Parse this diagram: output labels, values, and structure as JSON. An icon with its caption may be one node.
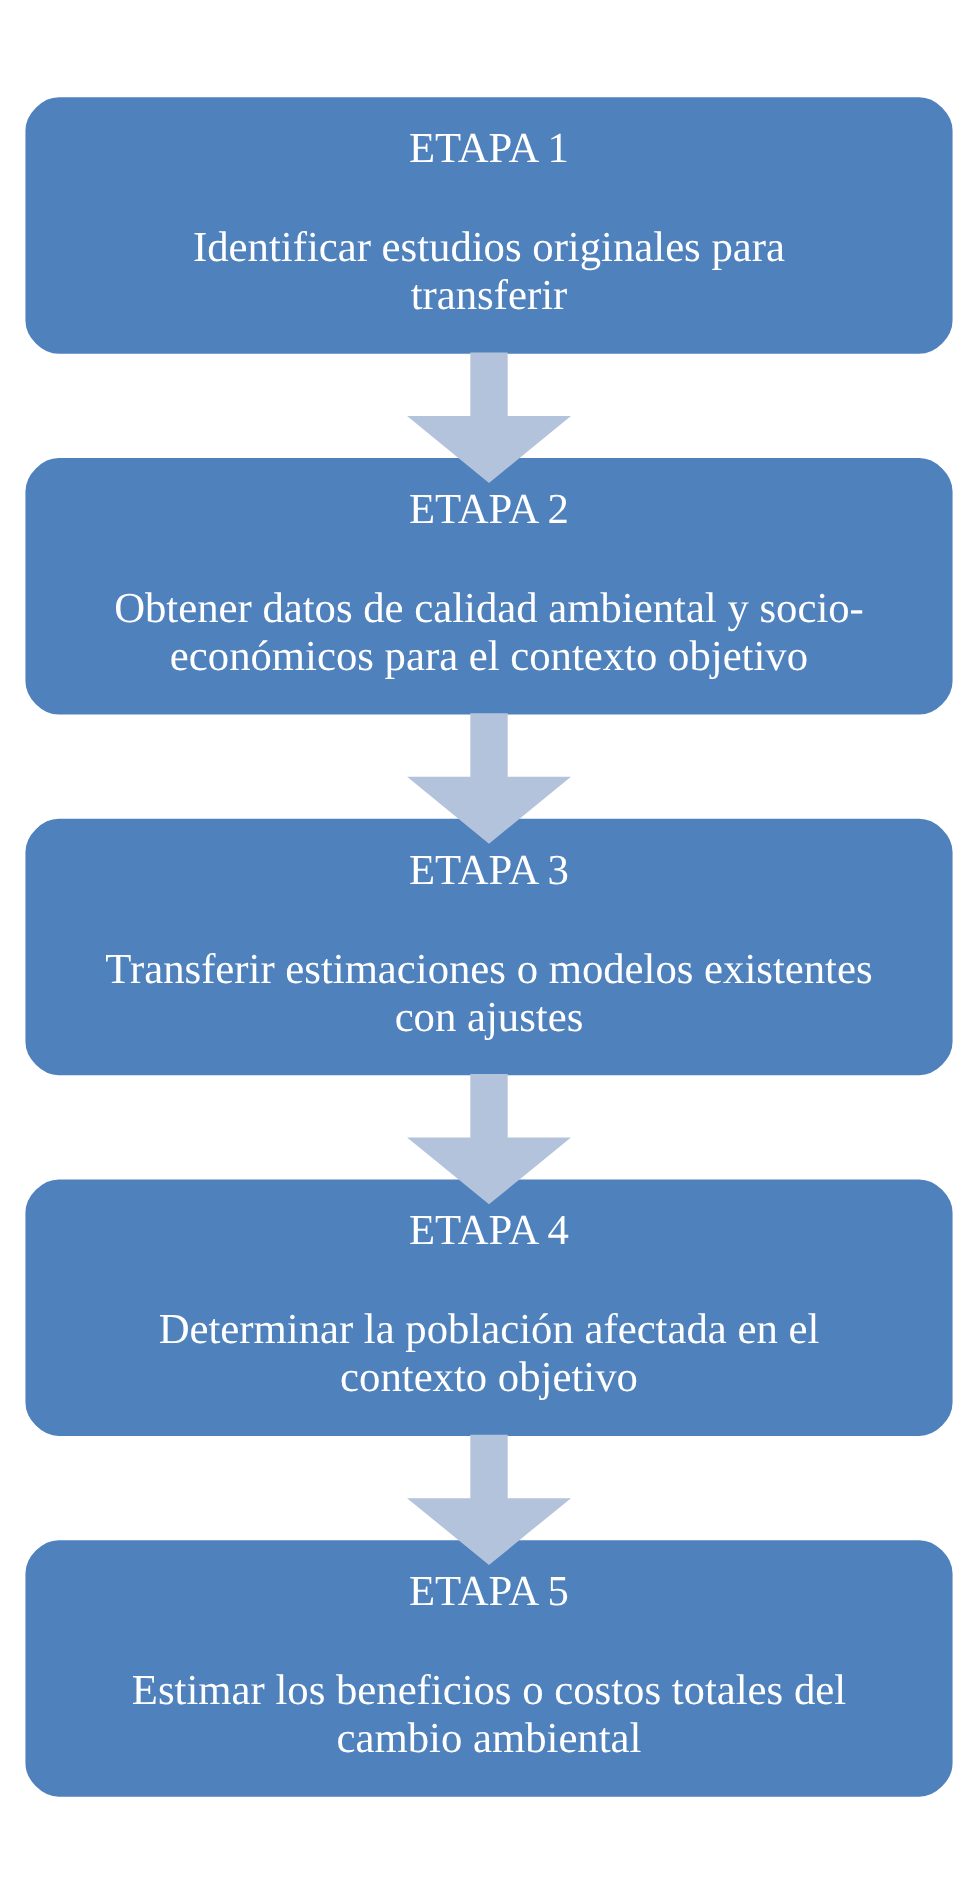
{
  "diagram": {
    "nodes": [
      {
        "text": [
          "ETAPA 1",
          "Identificar estudios originales para transferir"
        ]
      },
      {
        "text": [
          "ETAPA 2",
          "Obtener datos de calidad ambiental y socio-económicos para el contexto objetivo"
        ]
      },
      {
        "text": [
          "ETAPA 3",
          "Transferir estimaciones o modelos existentes con ajustes"
        ]
      },
      {
        "text": [
          "ETAPA 4",
          "Determinar la población afectada en el contexto objetivo"
        ]
      },
      {
        "text": [
          "ETAPA 5",
          "Estimar los beneficios o costos totales del cambio ambiental"
        ]
      }
    ],
    "edges": [
      {
        "from": 0,
        "to": 1,
        "arrow": "to"
      },
      {
        "from": 1,
        "to": 2,
        "arrow": "to"
      },
      {
        "from": 2,
        "to": 3,
        "arrow": "to"
      },
      {
        "from": 3,
        "to": 4,
        "arrow": "to"
      }
    ]
  }
}
